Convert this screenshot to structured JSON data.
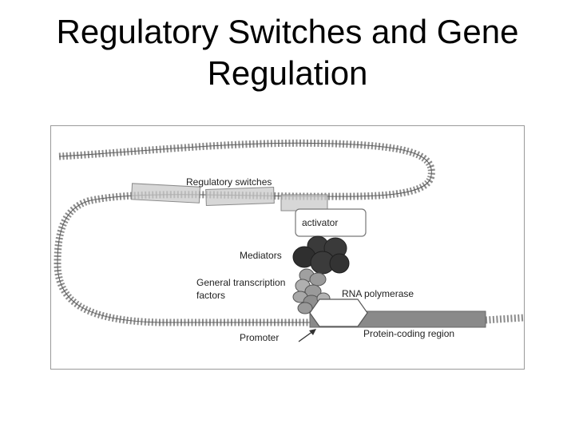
{
  "slide": {
    "title_line1": "Regulatory Switches and Gene",
    "title_line2": "Regulation"
  },
  "diagram": {
    "labels": {
      "regulatory_switches": "Regulatory switches",
      "activator": "activator",
      "mediators": "Mediators",
      "general_tf_line1": "General transcription",
      "general_tf_line2": "factors",
      "rna_polymerase": "RNA polymerase",
      "promoter": "Promoter",
      "protein_coding_region": "Protein-coding region"
    },
    "colors": {
      "dna_strand": "#8c8c8c",
      "switch_box": "#c9c9c9",
      "mediator": "#333333",
      "gtf": "#9a9a9a",
      "coding_region": "#8a8a8a"
    }
  }
}
